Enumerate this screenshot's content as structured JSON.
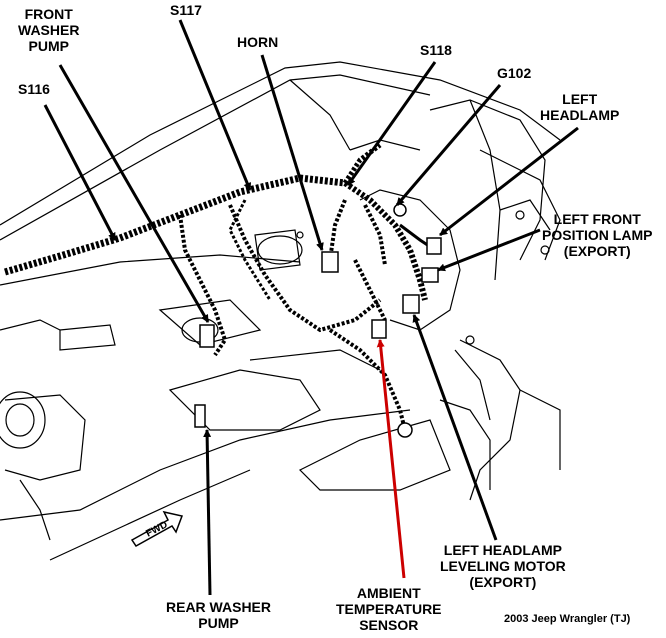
{
  "labels": {
    "front_washer_pump": [
      "FRONT",
      "WASHER",
      "PUMP"
    ],
    "s117": "S117",
    "horn": "HORN",
    "s118": "S118",
    "g102": "G102",
    "s116": "S116",
    "left_headlamp": [
      "LEFT",
      "HEADLAMP"
    ],
    "left_front_position_lamp": [
      "LEFT FRONT",
      "POSITION LAMP",
      "(EXPORT)"
    ],
    "left_headlamp_leveling_motor": [
      "LEFT HEADLAMP",
      "LEVELING MOTOR",
      "(EXPORT)"
    ],
    "ambient_temperature_sensor": [
      "AMBIENT",
      "TEMPERATURE",
      "SENSOR"
    ],
    "rear_washer_pump": [
      "REAR WASHER",
      "PUMP"
    ]
  },
  "fwd_arrow": "FWD",
  "caption": "2003 Jeep Wrangler (TJ)",
  "colors": {
    "highlight_leader": "#cc0000",
    "line": "#000000"
  }
}
